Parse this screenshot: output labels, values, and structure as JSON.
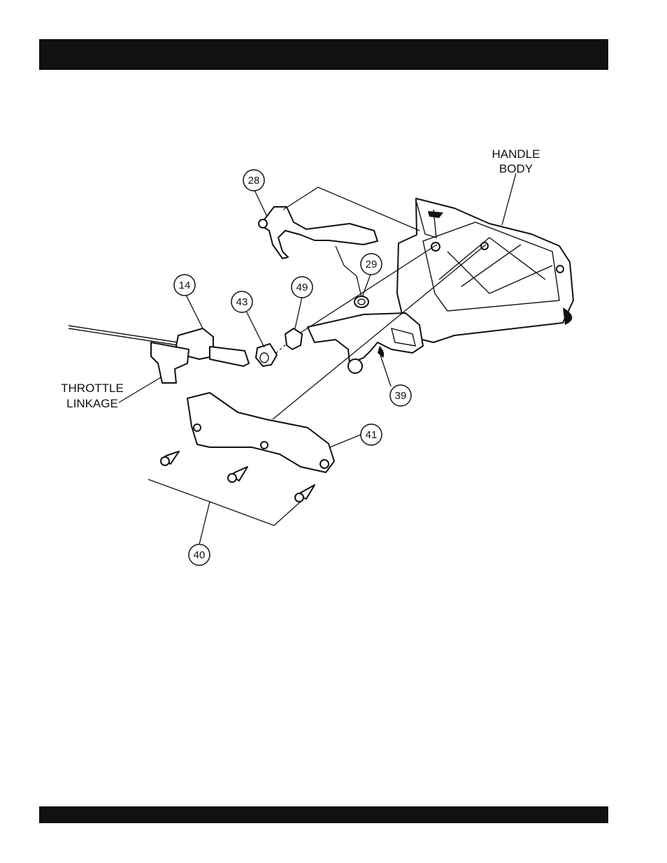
{
  "callouts": {
    "c28": "28",
    "c29": "29",
    "c14": "14",
    "c43": "43",
    "c49": "49",
    "c39": "39",
    "c41": "41",
    "c40": "40"
  },
  "labels": {
    "handle_body_line1": "HANDLE",
    "handle_body_line2": "BODY",
    "throttle_line1": "THROTTLE",
    "throttle_line2": "LINKAGE"
  }
}
